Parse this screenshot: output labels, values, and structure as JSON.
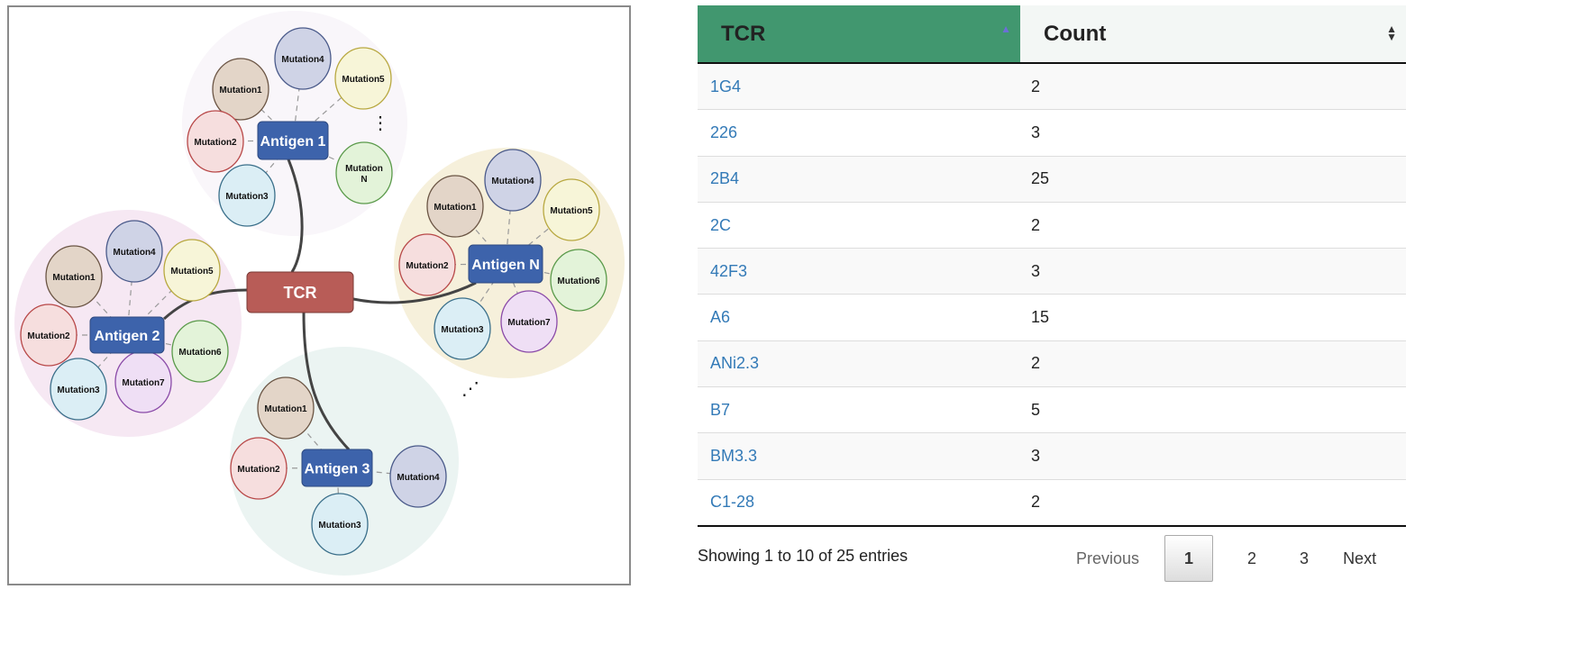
{
  "diagram": {
    "hub": "TCR",
    "clusters": [
      {
        "antigen": "Antigen 1",
        "bg": "#f9f6fa",
        "mutations": [
          "Mutation1",
          "Mutation4",
          "Mutation5",
          "Mutation2",
          "Mutation N",
          "Mutation3"
        ],
        "ellipsis": "⋮"
      },
      {
        "antigen": "Antigen 2",
        "bg": "#f6e8f3",
        "mutations": [
          "Mutation1",
          "Mutation4",
          "Mutation5",
          "Mutation2",
          "Mutation6",
          "Mutation3",
          "Mutation7"
        ]
      },
      {
        "antigen": "Antigen N",
        "bg": "#f6f0db",
        "mutations": [
          "Mutation1",
          "Mutation4",
          "Mutation5",
          "Mutation2",
          "Mutation6",
          "Mutation3",
          "Mutation7"
        ],
        "ellipsis": "⋰"
      },
      {
        "antigen": "Antigen 3",
        "bg": "#ebf4f2",
        "mutations": [
          "Mutation1",
          "Mutation2",
          "Mutation4",
          "Mutation3"
        ]
      }
    ],
    "colors": {
      "hub": "#b85c57",
      "antigen": "#3d63ab"
    }
  },
  "table": {
    "columns": [
      "TCR",
      "Count"
    ],
    "sort": {
      "column": "TCR",
      "direction": "ascending"
    },
    "rows": [
      [
        "1G4",
        "2"
      ],
      [
        "226",
        "3"
      ],
      [
        "2B4",
        "25"
      ],
      [
        "2C",
        "2"
      ],
      [
        "42F3",
        "3"
      ],
      [
        "A6",
        "15"
      ],
      [
        "ANi2.3",
        "2"
      ],
      [
        "B7",
        "5"
      ],
      [
        "BM3.3",
        "3"
      ],
      [
        "C1-28",
        "2"
      ]
    ],
    "header_color": "#41976f"
  },
  "footer": {
    "info": "Showing 1 to 10 of 25 entries"
  },
  "pagination": {
    "previous": "Previous",
    "pages": [
      "1",
      "2",
      "3"
    ],
    "current": "1",
    "next": "Next"
  }
}
